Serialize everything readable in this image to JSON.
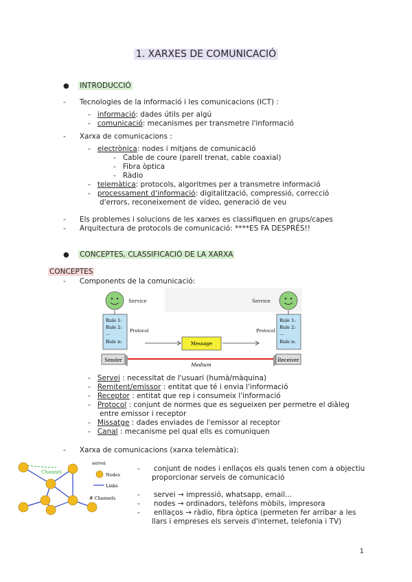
{
  "title": "1.  XARXES DE COMUNICACIÓ",
  "sec1": {
    "heading": "INTRODUCCIÓ",
    "ict": "Tecnologies de la informació i les comunicacions (ICT) :",
    "info_term": "informació",
    "info_def": ": dades útils per algú",
    "com_term": "comunicació",
    "com_def": ": mecanismes per transmetre l'informació",
    "xarxa": "Xarxa de comunicacions :",
    "elec_term": "electrònica",
    "elec_def": ": nodes i mitjans de comunicació",
    "cable": "Cable de coure (parell trenat, cable coaxial)",
    "fibra": "Fibra òptica",
    "radio": "Ràdio",
    "tele_term": "telemàtica",
    "tele_def": ": protocols, algoritmes per a transmetre informació",
    "proc_term": "processament d'informació",
    "proc_def1": ": digitalització, compressió, correcció",
    "proc_def2": "d'errors, reconeixement de vídeo, generació de veu",
    "problemes": "Els problemes i solucions de les xarxes es classifiquen en grups/capes",
    "arquitectura": "Arquitectura de protocols de comunicació: ****ES FA DESPRÉS!!"
  },
  "sec2": {
    "heading": "CONCEPTES, CLASSIFICACIÓ DE LA XARXA",
    "subheading": "CONCEPTES",
    "components": "Components de la comunicació:",
    "diagram": {
      "service_left": "Service",
      "service_right": "Service",
      "rule1": "Rule 1:",
      "rule2": "Rule 2:",
      "dots": "...",
      "rulen": "Rule n:",
      "protocol_left": "Protocol",
      "protocol_right": "Protocol",
      "message": "Message",
      "sender": "Sender",
      "receiver": "Receiver",
      "medium": "Medium"
    },
    "defs": [
      {
        "term": "Servei",
        "def": " : necessitat de l'usuari (humà/màquina)"
      },
      {
        "term": "Remitent/emissor",
        "def": " : entitat que té i envia l'informació"
      },
      {
        "term": "Receptor",
        "def": " : entitat que rep i consumeix l'informació"
      },
      {
        "term": "Protocol",
        "def": " : conjunt de normes que es segueixen per permetre el diàleg"
      },
      {
        "term": "",
        "def": "entre emissor i receptor"
      },
      {
        "term": "Missatge",
        "def": " : dades enviades de l'emissor al receptor"
      },
      {
        "term": "Canal",
        "def": " : mecanisme pel qual ells es comuniquen"
      }
    ],
    "xarxa_tele": "Xarxa de comunicacions (xarxa telemàtica):",
    "net_legend": {
      "channel": "Channel",
      "servei": "servei",
      "nodes": "Nodes",
      "links": "Links",
      "channels": "# Channels"
    },
    "conj1": "conjunt de nodes i enllaços els quals tenen com a objectiu",
    "conj2": "proporcionar serveis de comunicació",
    "servei_ex": "servei → impressió, whatsapp, email...",
    "nodes_ex": "nodes → ordinadors, telèfons mòbils, impresora",
    "enll1": "enllaços → ràdio, fibra òptica (permeten fer arribar a les",
    "enll2": "llars i empreses els serveis d'internet, telefonia i TV)"
  },
  "page_number": "1"
}
